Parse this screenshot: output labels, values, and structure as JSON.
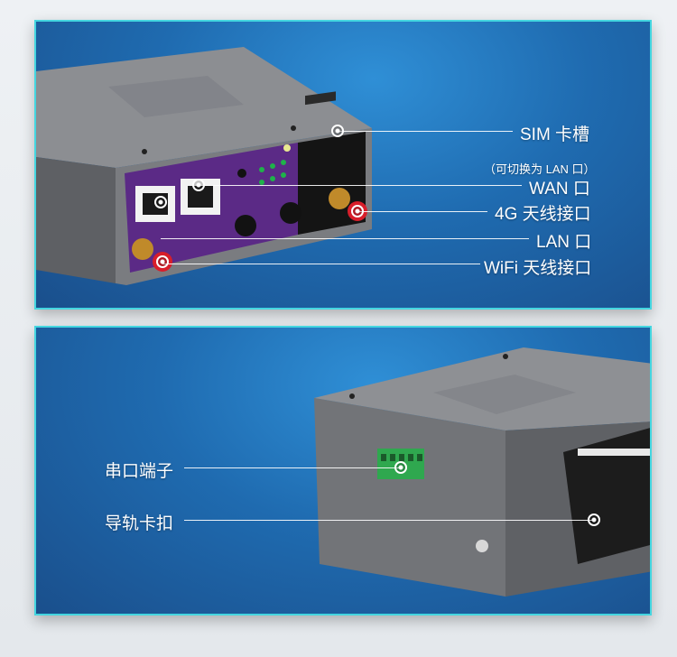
{
  "top_panel": {
    "callouts": {
      "sim_slot": "SIM 卡槽",
      "wan_switch_note": "（可切换为 LAN 口）",
      "wan_port": "WAN 口",
      "antenna_4g": "4G 天线接口",
      "lan_port": "LAN 口",
      "antenna_wifi": "WiFi 天线接口"
    }
  },
  "bottom_panel": {
    "callouts": {
      "serial_port": "串口端子",
      "rail_clip": "导轨卡扣"
    }
  },
  "colors": {
    "accent_border": "#44d6e0",
    "panel_blue": "#1f6bb0",
    "device_gray": "#7a7c80",
    "front_purple": "#5b2a86",
    "antenna_red": "#d81e2a",
    "terminal_green": "#2fa84f"
  }
}
